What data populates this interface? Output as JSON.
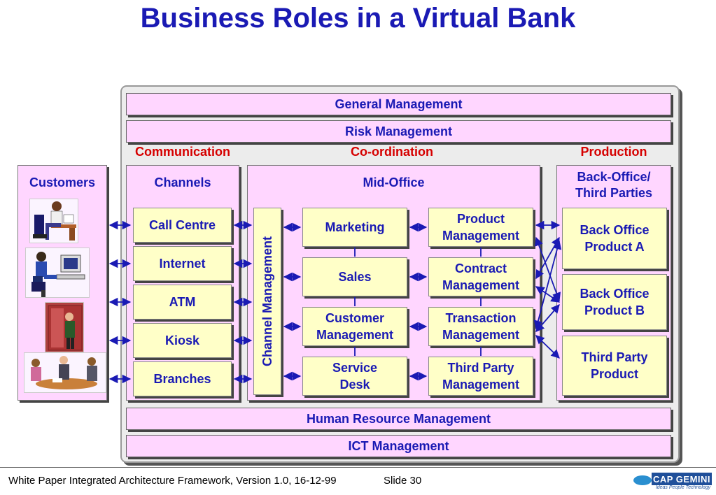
{
  "title": "Business Roles in a Virtual Bank",
  "bars": {
    "general": "General Management",
    "risk": "Risk Management",
    "hr": "Human Resource Management",
    "ict": "ICT Management"
  },
  "headers": {
    "communication": "Communication",
    "coordination": "Co-ordination",
    "production": "Production"
  },
  "customers": {
    "title": "Customers"
  },
  "channels": {
    "title": "Channels",
    "items": [
      "Call Centre",
      "Internet",
      "ATM",
      "Kiosk",
      "Branches"
    ]
  },
  "midoffice": {
    "title": "Mid-Office",
    "channel_management": "Channel Management",
    "left_col": [
      "Marketing",
      "Sales",
      "Customer Management",
      "Service Desk"
    ],
    "right_col": [
      "Product Management",
      "Contract Management",
      "Transaction Management",
      "Third Party Management"
    ]
  },
  "backoffice": {
    "title": "Back-Office/ Third Parties",
    "items": [
      "Back Office Product A",
      "Back Office Product B",
      "Third Party Product"
    ]
  },
  "footer": {
    "text": "White Paper Integrated Architecture Framework, Version 1.0, 16-12-99",
    "slide": "Slide 30",
    "logo_text": "CAP GEMINI",
    "logo_tagline": "Ideas People Technology"
  },
  "colors": {
    "title_blue": "#1a1ab4",
    "header_red": "#d60000",
    "panel_pink": "#ffd6ff",
    "box_yellow": "#ffffc8"
  }
}
